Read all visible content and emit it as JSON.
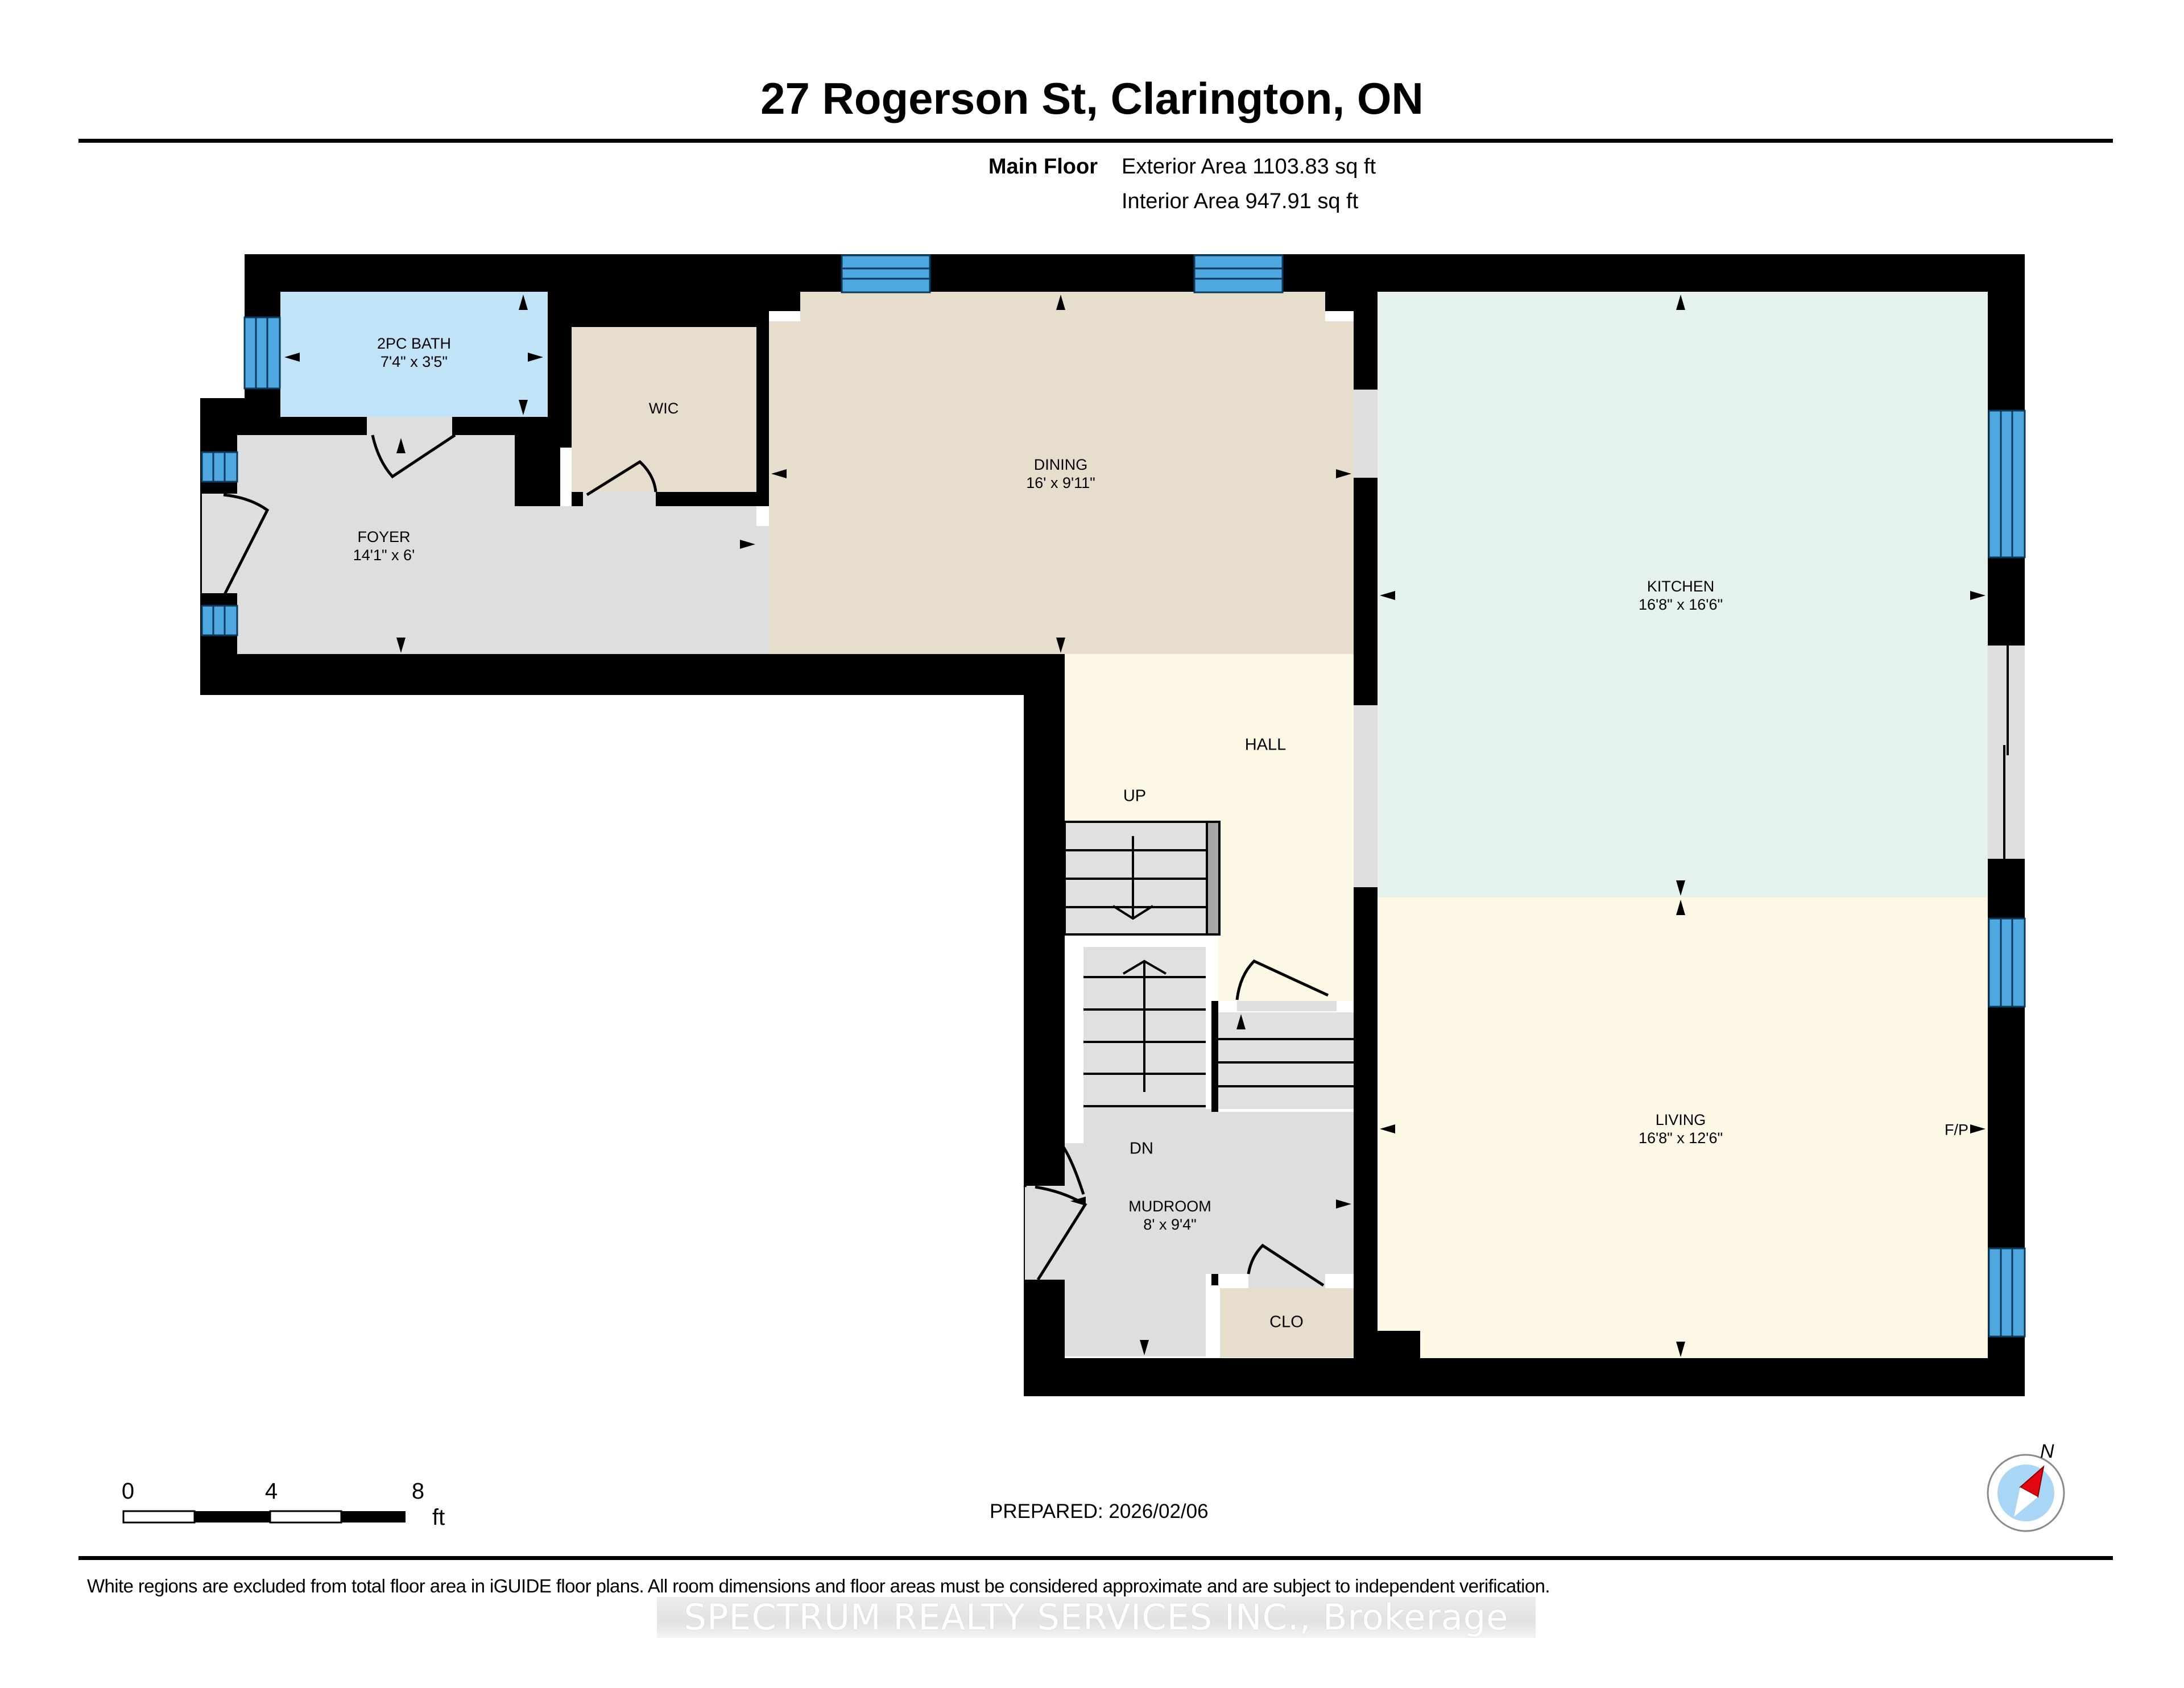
{
  "header": {
    "title": "27 Rogerson St, Clarington, ON",
    "floor_name": "Main Floor",
    "exterior_area": "Exterior Area 1103.83 sq ft",
    "interior_area": "Interior Area 947.91 sq ft"
  },
  "rooms": {
    "bath": {
      "name": "2PC BATH",
      "dims": "7'4\" x 3'5\""
    },
    "wic": {
      "name": "WIC"
    },
    "foyer": {
      "name": "FOYER",
      "dims": "14'1\" x 6'"
    },
    "dining": {
      "name": "DINING",
      "dims": "16' x 9'11\""
    },
    "kitchen": {
      "name": "KITCHEN",
      "dims": "16'8\" x 16'6\""
    },
    "hall": {
      "name": "HALL"
    },
    "living": {
      "name": "LIVING",
      "dims": "16'8\" x 12'6\""
    },
    "mudroom": {
      "name": "MUDROOM",
      "dims": "8' x 9'4\""
    },
    "closet": {
      "name": "CLO"
    }
  },
  "annotations": {
    "stairs_up": "UP",
    "stairs_down": "DN",
    "fireplace": "F/P"
  },
  "colors": {
    "wall": "#000000",
    "window": "#4fa8e0",
    "bath": "#c1e3f8",
    "wic": "#e6ddcd",
    "foyer": "#dedede",
    "dining": "#e6ddcd",
    "kitchen": "#e5f2ec",
    "hall": "#fdf8e6",
    "living": "#fdf8e6",
    "mudroom": "#dedede",
    "closet": "#e6ddcd",
    "stairs": "#e0e0e0"
  },
  "scale_bar": {
    "ticks": [
      "0",
      "4",
      "8"
    ],
    "unit": "ft"
  },
  "footer": {
    "prepared": "PREPARED: 2026/02/06",
    "disclaimer": "White regions are excluded from total floor area in iGUIDE floor plans. All room dimensions and floor areas must be considered approximate and are subject to independent verification.",
    "watermark": "SPECTRUM REALTY SERVICES INC., Brokerage"
  },
  "compass": {
    "label": "N",
    "icon": "compass-icon"
  }
}
